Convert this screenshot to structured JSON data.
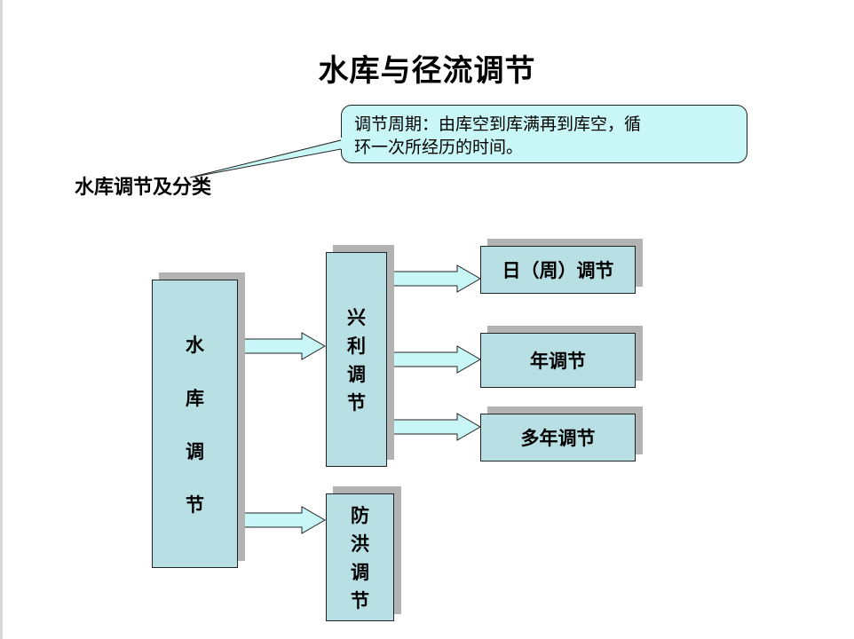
{
  "title": "水库与径流调节",
  "subtitle": "水库调节及分类",
  "callout": {
    "line1": "调节周期：由库空到库满再到库空，循",
    "line2": "环一次所经历的时间。"
  },
  "root_box": {
    "chars": [
      "水",
      "库",
      "调",
      "节"
    ]
  },
  "xingli_box": {
    "chars": [
      "兴",
      "利",
      "调",
      "节"
    ]
  },
  "fanghong_box": {
    "chars": [
      "防",
      "洪",
      "调",
      "节"
    ]
  },
  "leaf_boxes": {
    "daily": "日（周）调节",
    "annual": "年调节",
    "multi_year": "多年调节"
  },
  "colors": {
    "box_fill": "#b8dfe3",
    "callout_fill": "#c9f6f6",
    "shadow": "#b3b3b3"
  }
}
